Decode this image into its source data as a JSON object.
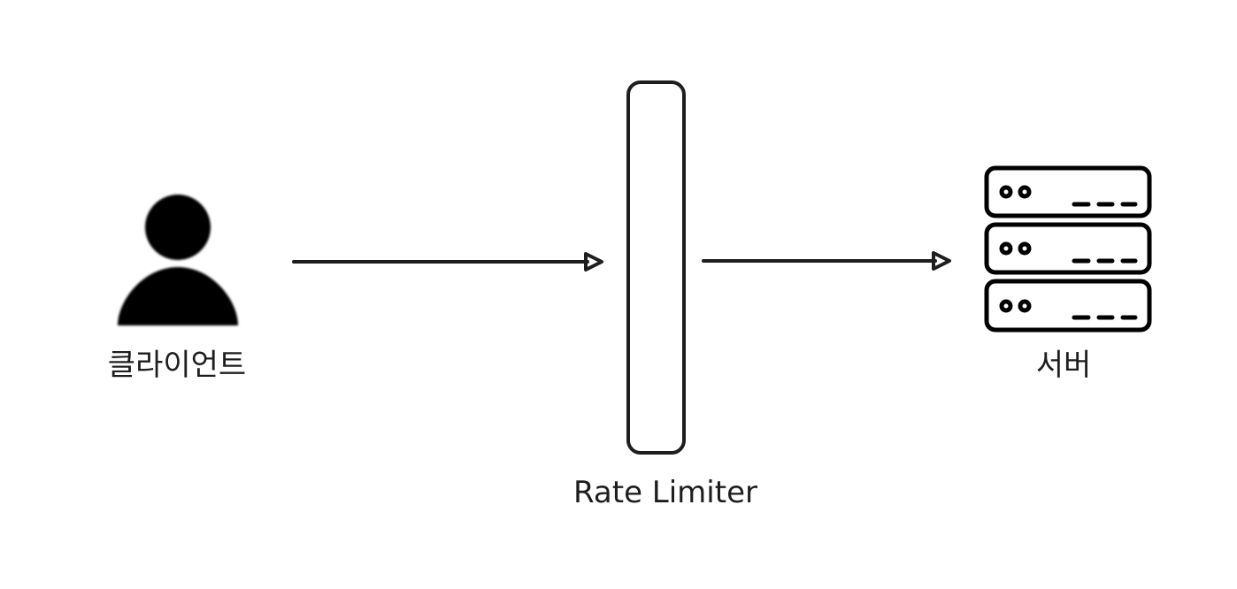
{
  "nodes": {
    "client": {
      "label": "클라이언트",
      "icon": "user-icon"
    },
    "rate_limiter": {
      "label": "Rate Limiter",
      "icon": "rate-limiter-box"
    },
    "server": {
      "label": "서버",
      "icon": "server-rack-icon"
    }
  },
  "edges": [
    {
      "from": "client",
      "to": "rate_limiter"
    },
    {
      "from": "rate_limiter",
      "to": "server"
    }
  ],
  "colors": {
    "stroke": "#1e1e1e",
    "fill": "#000000",
    "background": "#ffffff"
  }
}
